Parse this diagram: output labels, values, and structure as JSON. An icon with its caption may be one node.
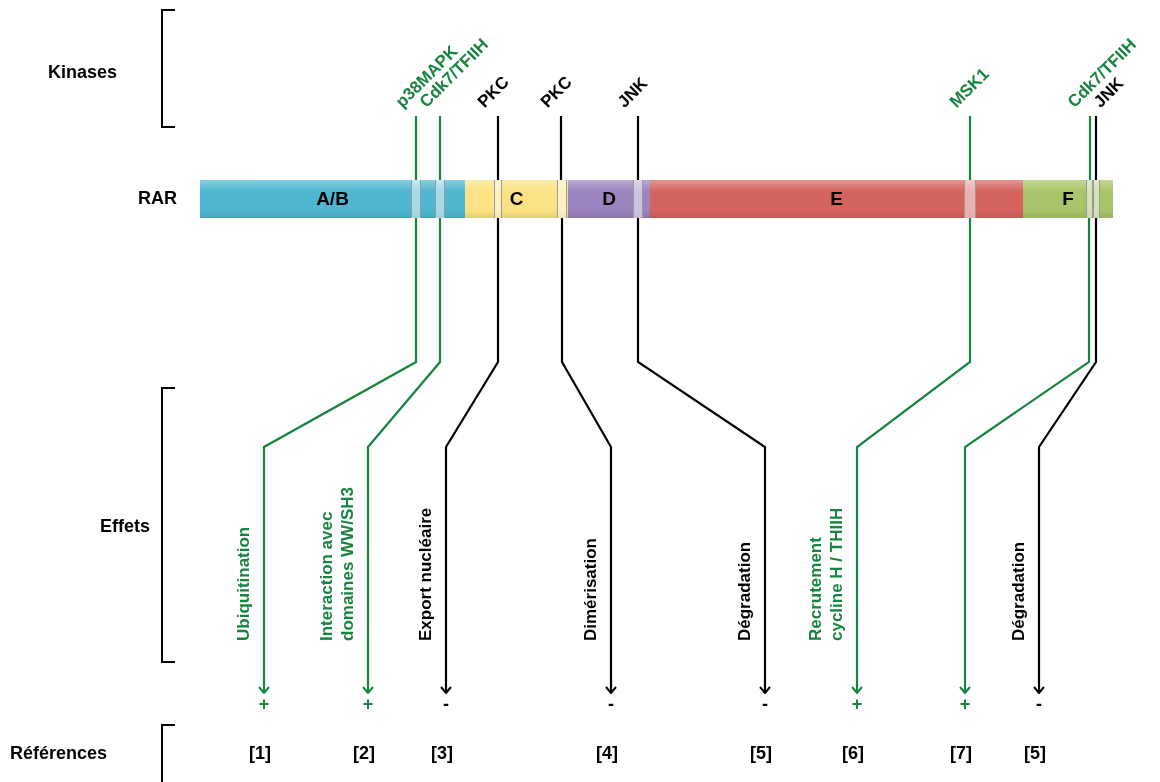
{
  "diagram": {
    "nodes": [
      {
        "text": [
          "p38MAPK"
        ]
      },
      {
        "text": [
          "Cdk7/TFIIH"
        ]
      },
      {
        "text": [
          "PKC"
        ]
      },
      {
        "text": [
          "PKC"
        ]
      },
      {
        "text": [
          "JNK"
        ]
      },
      {
        "text": [
          "MSK1"
        ]
      },
      {
        "text": [
          "Cdk7/TFIIH"
        ]
      },
      {
        "text": [
          "JNK"
        ]
      },
      {
        "text": [
          "RAR"
        ]
      },
      {
        "text": [
          "A/B"
        ],
        "in": 8
      },
      {
        "text": [
          "C"
        ],
        "in": 8
      },
      {
        "text": [
          "D"
        ],
        "in": 8
      },
      {
        "text": [
          "E"
        ],
        "in": 8
      },
      {
        "text": [
          "F"
        ],
        "in": 8
      },
      {
        "text": [
          "+"
        ]
      },
      {
        "text": [
          "+"
        ]
      },
      {
        "text": [
          "-"
        ]
      },
      {
        "text": [
          "-"
        ]
      },
      {
        "text": [
          "-"
        ]
      },
      {
        "text": [
          "+"
        ]
      },
      {
        "text": [
          "+"
        ]
      },
      {
        "text": [
          "-"
        ]
      },
      {
        "text": [],
        "shape": "bar",
        "in": 9
      },
      {
        "text": [],
        "shape": "bar",
        "in": 9
      },
      {
        "text": [],
        "shape": "bar",
        "in": 10
      },
      {
        "text": [],
        "shape": "bar",
        "in": 10
      },
      {
        "text": [],
        "shape": "bar",
        "in": 11
      },
      {
        "text": [],
        "shape": "bar",
        "in": 12
      },
      {
        "text": [],
        "shape": "bar",
        "in": 13
      },
      {
        "text": [],
        "shape": "bar",
        "in": 13
      }
    ],
    "edges": [
      {
        "from": 0,
        "to": 22,
        "arrow": "none",
        "color": "#17843f"
      },
      {
        "from": 22,
        "to": 14,
        "arrow": "to",
        "label": "Ubiquitination",
        "color": "#17843f"
      },
      {
        "from": 1,
        "to": 23,
        "arrow": "none",
        "color": "#17843f"
      },
      {
        "from": 23,
        "to": 15,
        "arrow": "to",
        "label": "Interaction avec domaines WW/SH3",
        "color": "#17843f"
      },
      {
        "from": 2,
        "to": 24,
        "arrow": "none",
        "color": "#000000"
      },
      {
        "from": 24,
        "to": 16,
        "arrow": "to",
        "label": "Export nucléaire",
        "color": "#000000"
      },
      {
        "from": 3,
        "to": 25,
        "arrow": "none",
        "color": "#000000"
      },
      {
        "from": 25,
        "to": 17,
        "arrow": "to",
        "label": "Dimérisation",
        "color": "#000000"
      },
      {
        "from": 4,
        "to": 26,
        "arrow": "none",
        "color": "#000000"
      },
      {
        "from": 26,
        "to": 18,
        "arrow": "to",
        "label": "Dégradation",
        "color": "#000000"
      },
      {
        "from": 5,
        "to": 27,
        "arrow": "none",
        "color": "#17843f"
      },
      {
        "from": 27,
        "to": 19,
        "arrow": "to",
        "label": "Recrutement cycline H / THIIH",
        "color": "#17843f"
      },
      {
        "from": 6,
        "to": 28,
        "arrow": "none",
        "color": "#17843f"
      },
      {
        "from": 28,
        "to": 20,
        "arrow": "to",
        "color": "#17843f"
      },
      {
        "from": 7,
        "to": 29,
        "arrow": "none",
        "color": "#000000"
      },
      {
        "from": 29,
        "to": 21,
        "arrow": "to",
        "label": "Dégradation",
        "color": "#000000"
      }
    ],
    "labels": [
      "Kinases",
      "Effets",
      "Références",
      "[1]",
      "[2]",
      "[3]",
      "[4]",
      "[5]",
      "[6]",
      "[7]",
      "[5]"
    ]
  }
}
